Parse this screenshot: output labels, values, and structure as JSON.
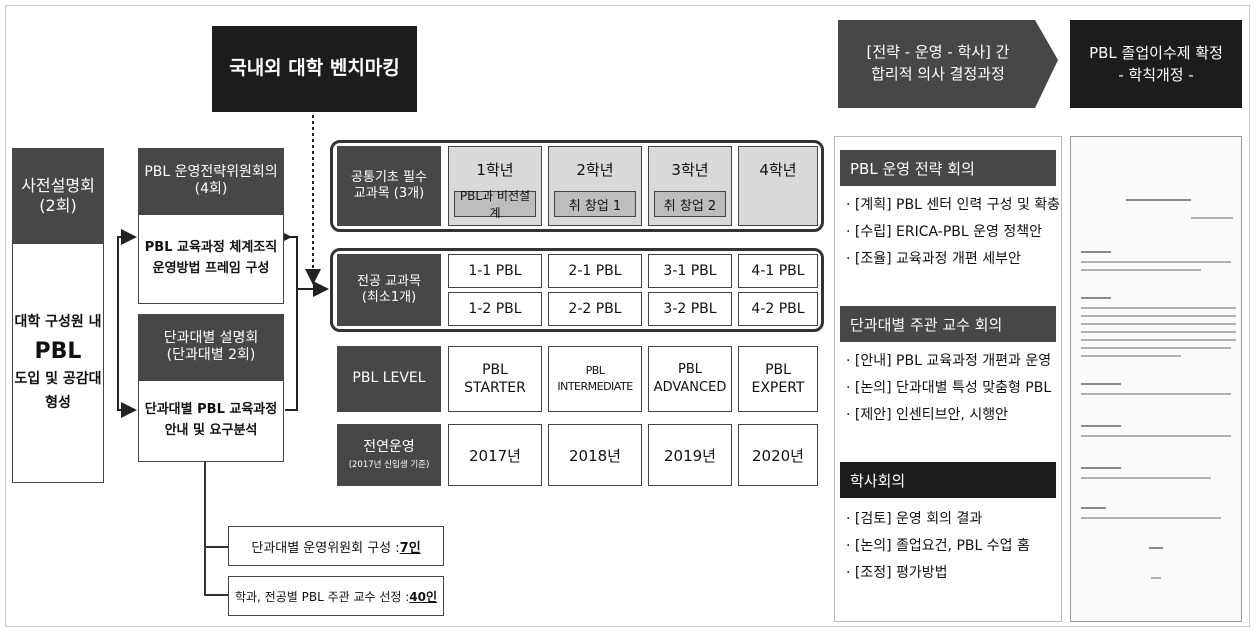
{
  "benchmark": "국내외 대학 벤치마킹",
  "pre_briefing": "사전설명회\n(2회)",
  "consensus": {
    "l1": "대학 구성원 내",
    "l2": "PBL",
    "l3": "도입 및 공감대",
    "l4": "형성"
  },
  "committee": {
    "title": "PBL 운영전략위원회의\n(4회)",
    "body": "PBL 교육과정 체계조직\n운영방법 프레임 구성"
  },
  "college_briefing": {
    "title": "단과대별 설명회\n(단과대별 2회)",
    "body": "단과대별 PBL 교육과정\n안내 및 요구분석"
  },
  "bottom_notes": [
    {
      "label": "단과대별 운영위원회 구성 : ",
      "value": "7인"
    },
    {
      "label": "학과, 전공별 PBL 주관 교수 선정 : ",
      "value": "40인"
    }
  ],
  "matrix": {
    "years": [
      "1학년",
      "2학년",
      "3학년",
      "4학년"
    ],
    "common_label": "공통기초 필수\n교과목 (3개)",
    "common_courses": [
      "PBL과 비전설계",
      "취 창업 1",
      "취 창업 2"
    ],
    "major_label": "전공 교과목\n(최소1개)",
    "major_courses": [
      [
        "1-1 PBL",
        "1-2 PBL"
      ],
      [
        "2-1 PBL",
        "2-2 PBL"
      ],
      [
        "3-1 PBL",
        "3-2 PBL"
      ],
      [
        "4-1 PBL",
        "4-2 PBL"
      ]
    ],
    "level_label": "PBL LEVEL",
    "levels": [
      "PBL\nSTARTER",
      "PBL\nINTERMEDIATE",
      "PBL\nADVANCED",
      "PBL\nEXPERT"
    ],
    "rollout_label": "전연운영",
    "rollout_sub": "(2017년 신입생 기준)",
    "rollout_years": [
      "2017년",
      "2018년",
      "2019년",
      "2020년"
    ]
  },
  "decision_arrow": "[전략 - 운영 - 학사] 간\n합리적 의사 결정과정",
  "confirm_box": "PBL 졸업이수제 확정\n- 학칙개정 -",
  "meetings": [
    {
      "title": "PBL 운영 전략 회의",
      "items": [
        "· [계획] PBL 센터 인력 구성 및 확충",
        "· [수립] ERICA-PBL 운영 정책안",
        "· [조율] 교육과정 개편 세부안"
      ]
    },
    {
      "title": "단과대별 주관 교수 회의",
      "items": [
        "· [안내] PBL 교육과정 개편과 운영",
        "· [논의] 단과대별 특성 맞춤형 PBL",
        "· [제안] 인센티브안, 시행안"
      ]
    },
    {
      "title": "학사회의",
      "items": [
        "· [검토] 운영 회의 결과",
        "· [논의] 졸업요건, PBL 수업 홈",
        "· [조정] 평가방법"
      ]
    }
  ],
  "colors": {
    "dark_box": "#474747",
    "black_box": "#1c1c1c",
    "cell_gray": "#d9d9d9",
    "sub_gray": "#bdbdbd"
  }
}
